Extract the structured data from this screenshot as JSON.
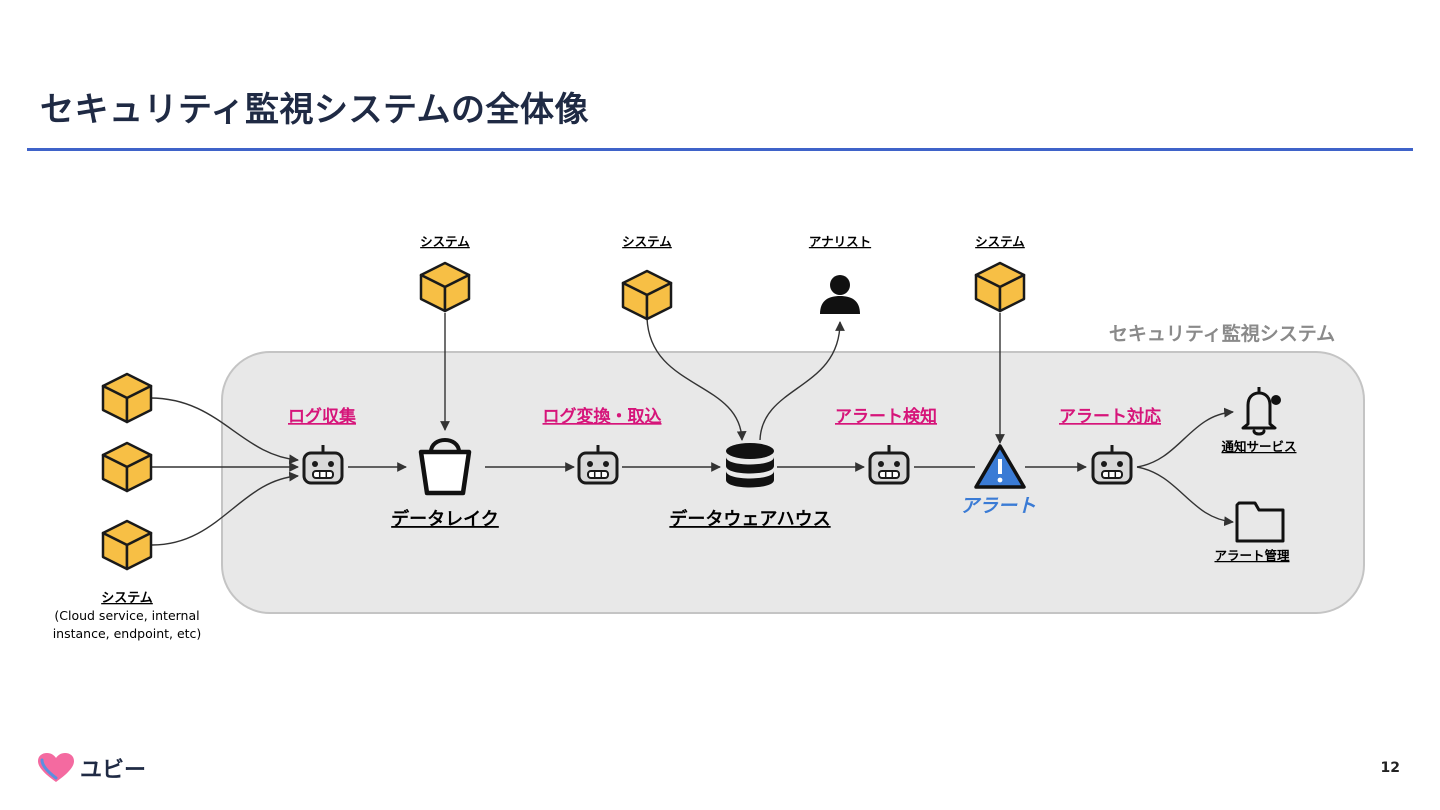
{
  "slide": {
    "title": "セキュリティ監視システムの全体像",
    "page_number": "12",
    "logo_text": "ユビー",
    "accent_color": "#3f63c9"
  },
  "diagram": {
    "container_label": "セキュリティ監視システム",
    "sources_label": "システム",
    "sources_note_1": "(Cloud service, internal",
    "sources_note_2": "instance, endpoint, etc)",
    "top_system_1_label": "システム",
    "top_system_2_label": "システム",
    "analyst_label": "アナリスト",
    "top_system_3_label": "システム",
    "stage_log_collect": "ログ収集",
    "stage_log_transform": "ログ変換・取込",
    "stage_alert_detect": "アラート検知",
    "stage_alert_response": "アラート対応",
    "data_lake_label": "データレイク",
    "dwh_label": "データウェアハウス",
    "alert_label": "アラート",
    "notify_label": "通知サービス",
    "alert_mgmt_label": "アラート管理",
    "stage_color": "#d6157a",
    "alert_color": "#3a7bd5",
    "box_color": "#f7bf45"
  }
}
